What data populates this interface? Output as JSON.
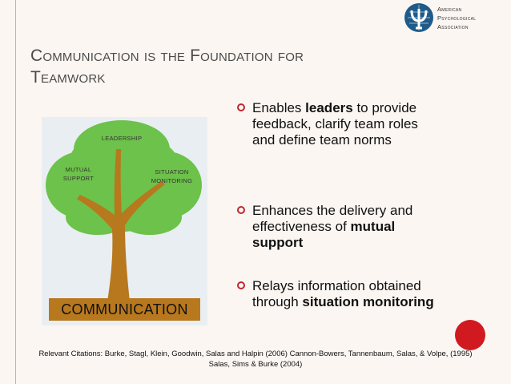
{
  "logo": {
    "line1": "American",
    "line2": "Psychological",
    "line3": "Association"
  },
  "title": {
    "line1": "Communication is the Foundation for",
    "line2": "Teamwork"
  },
  "tree": {
    "leadership": "LEADERSHIP",
    "mutual_1": "MUTUAL",
    "mutual_2": "SUPPORT",
    "situation_1": "SITUATION",
    "situation_2": "MONITORING",
    "foundation": "COMMUNICATION"
  },
  "bullets": [
    {
      "pre": "Enables ",
      "bold": "leaders",
      "post": " to provide feedback, clarify team roles and define team norms"
    },
    {
      "pre": "Enhances the delivery and effectiveness of ",
      "bold": "mutual support",
      "post": ""
    },
    {
      "pre": "Relays information obtained through ",
      "bold": "situation monitoring",
      "post": ""
    }
  ],
  "citation": {
    "line1": "Relevant Citations: Burke, Stagl, Klein, Goodwin, Salas and Halpin (2006)  Cannon-Bowers, Tannenbaum, Salas, & Volpe, (1995)",
    "line2": "Salas, Sims & Burke (2004)"
  },
  "colors": {
    "accent_red": "#c0272d",
    "foliage_green": "#6cc24a",
    "trunk_brown": "#b8781e",
    "logo_blue": "#1f5b8a"
  }
}
